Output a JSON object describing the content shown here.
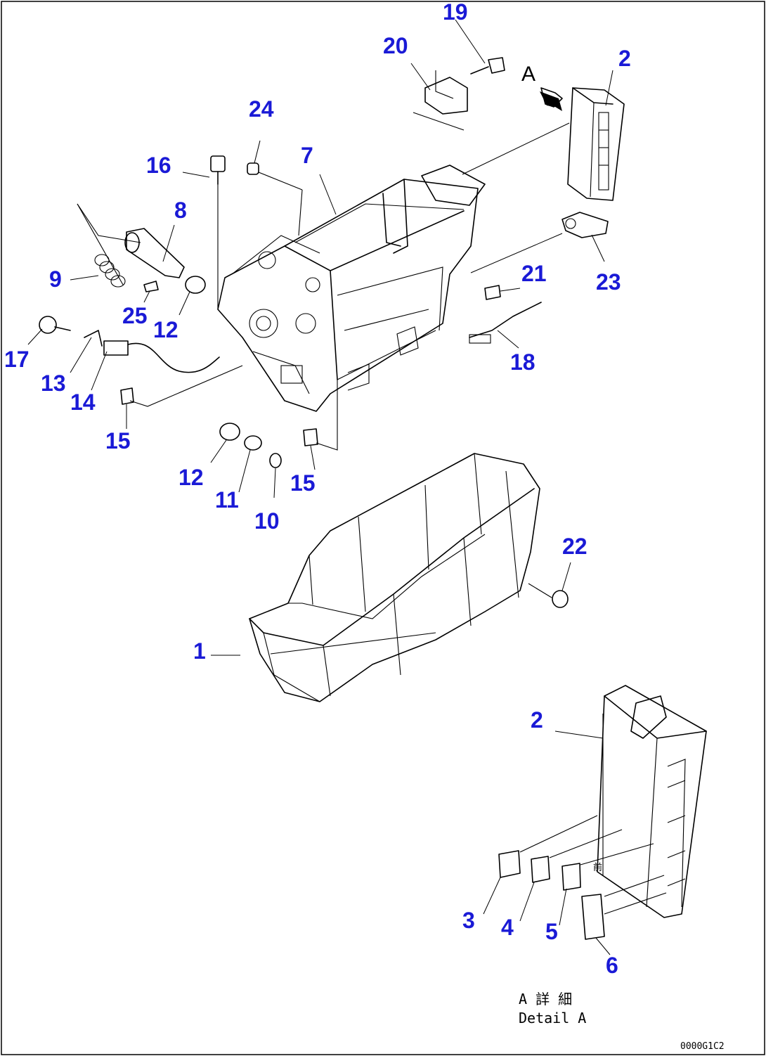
{
  "callouts": {
    "c1": "1",
    "c2a": "2",
    "c2b": "2",
    "c3": "3",
    "c4": "4",
    "c5": "5",
    "c6": "6",
    "c7": "7",
    "c8": "8",
    "c9": "9",
    "c10": "10",
    "c11": "11",
    "c12a": "12",
    "c12b": "12",
    "c13": "13",
    "c14": "14",
    "c15a": "15",
    "c15b": "15",
    "c16": "16",
    "c17": "17",
    "c18": "18",
    "c19": "19",
    "c20": "20",
    "c21": "21",
    "c22": "22",
    "c23": "23",
    "c24": "24",
    "c25": "25"
  },
  "view_marker": "A",
  "detail": {
    "jp": "A 詳 細",
    "en": "Detail A"
  },
  "drawing_number": "0000G1C2",
  "stamp_mark": "前"
}
